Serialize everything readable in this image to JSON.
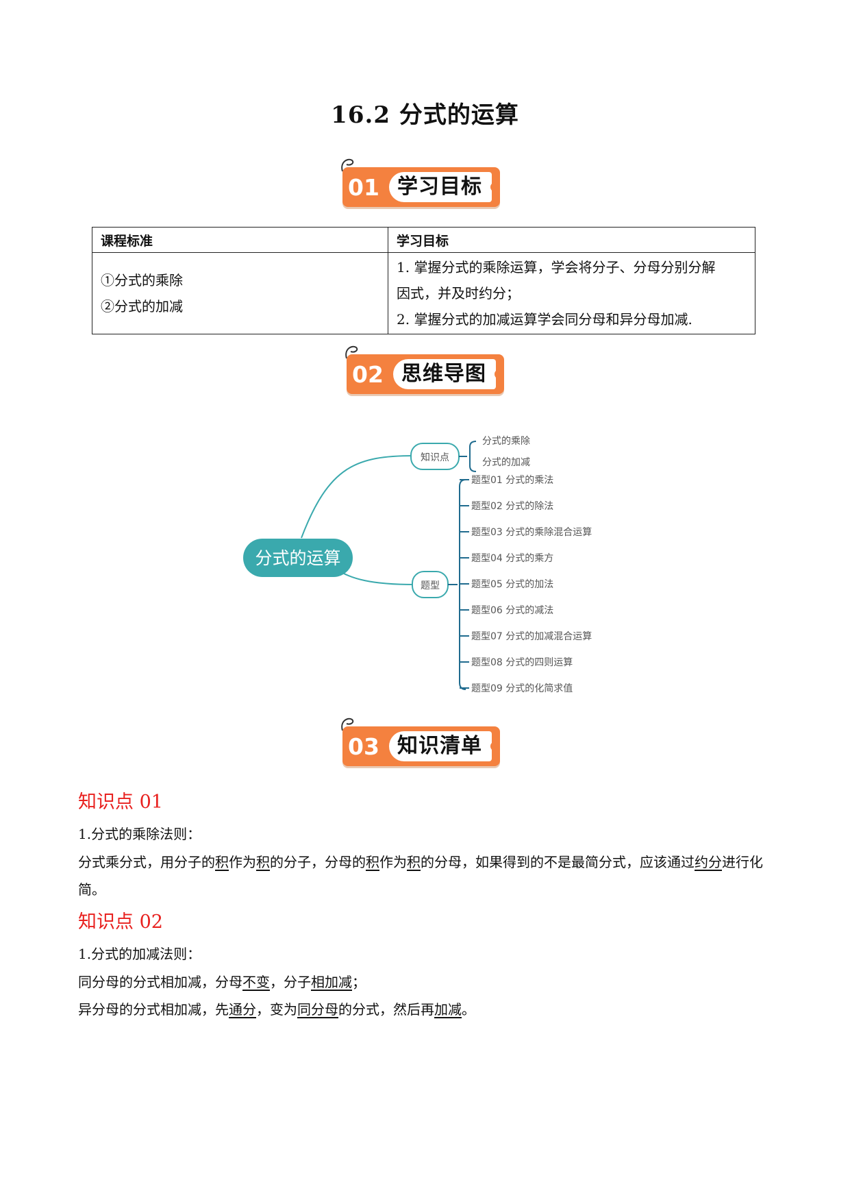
{
  "title": "16.2 分式的运算",
  "sections": [
    {
      "num": "01",
      "label": "学习目标"
    },
    {
      "num": "02",
      "label": "思维导图"
    },
    {
      "num": "03",
      "label": "知识清单"
    }
  ],
  "goals_table": {
    "col1_header": "课程标准",
    "col2_header": "学习目标",
    "standards": [
      "①分式的乘除",
      "②分式的加减"
    ],
    "objectives": [
      "1. 掌握分式的乘除运算，学会将分子、分母分别分解",
      "因式，并及时约分；",
      "2. 掌握分式的加减运算学会同分母和异分母加减."
    ]
  },
  "mindmap": {
    "root": "分式的运算",
    "branch_knowledge": "知识点",
    "knowledge_items": [
      "分式的乘除",
      "分式的加减"
    ],
    "branch_types": "题型",
    "type_items": [
      "题型01 分式的乘法",
      "题型02 分式的除法",
      "题型03 分式的乘除混合运算",
      "题型04 分式的乘方",
      "题型05 分式的加法",
      "题型06 分式的减法",
      "题型07 分式的加减混合运算",
      "题型08 分式的四则运算",
      "题型09 分式的化简求值"
    ],
    "colors": {
      "root_fill": "#3aa9ad",
      "branch_stroke": "#3aa9ad",
      "bracket_stroke": "#1f6b8e"
    }
  },
  "knowledge": {
    "kp1": {
      "heading": "知识点 01",
      "rule_title": "1.分式的乘除法则：",
      "parts": [
        "分式乘分式，用分子的",
        "积",
        "作为",
        "积",
        "的分子，分母的",
        "积",
        "作为",
        "积",
        "的分母，如果得到的不是最简分式，应该通过",
        "约",
        "分",
        "进行化简。"
      ]
    },
    "kp2": {
      "heading": "知识点 02",
      "rule_title": "1.分式的加减法则：",
      "line1": [
        "同分母的分式相加减，分母",
        "不变",
        "，分子",
        "相加减",
        "；"
      ],
      "line2": [
        "异分母的分式相加减，先",
        "通分",
        "，变为",
        "同分母",
        "的分式，然后再",
        "加减",
        "。"
      ]
    }
  }
}
